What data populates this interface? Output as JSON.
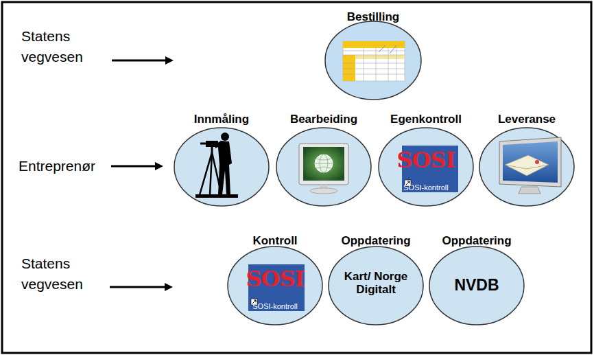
{
  "diagram": {
    "nodes": [
      {
        "text": [
          "Bestilling"
        ]
      },
      {
        "text": [
          "Innmåling"
        ]
      },
      {
        "text": [
          "Bearbeiding"
        ]
      },
      {
        "text": [
          "Egenkontroll",
          "SOSI",
          "SOSI-kontroll"
        ]
      },
      {
        "text": [
          "Leveranse"
        ]
      },
      {
        "text": [
          "Kontroll",
          "SOSI",
          "SOSI-kontroll"
        ]
      },
      {
        "text": [
          "Oppdatering",
          "Kart/ Norge Digitalt"
        ]
      },
      {
        "text": [
          "Oppdatering",
          "NVDB"
        ]
      }
    ],
    "labels": [
      "Statens vegvesen",
      "Entreprenør",
      "Statens vegvesen"
    ]
  }
}
